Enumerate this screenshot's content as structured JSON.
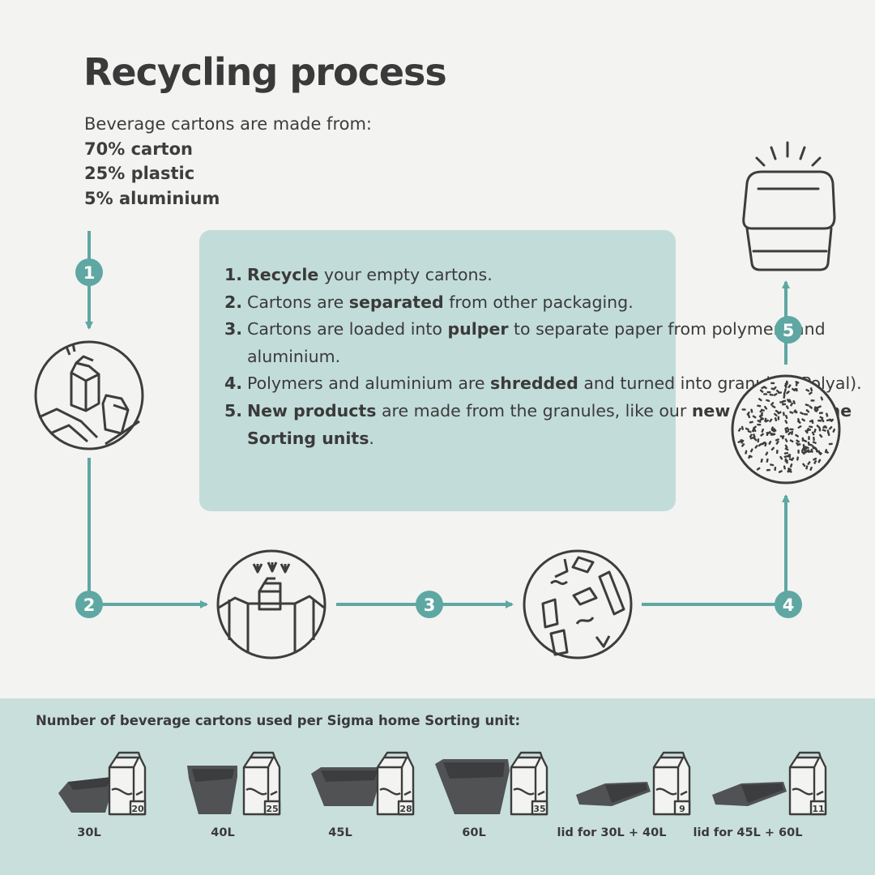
{
  "title": "Recycling process",
  "intro": {
    "lead": "Beverage cartons are made from:",
    "composition": [
      "70% carton",
      "25% plastic",
      "5% aluminium"
    ]
  },
  "steps": [
    {
      "num": "1.",
      "pre": "",
      "bold": "Recycle",
      "post": " your empty cartons."
    },
    {
      "num": "2.",
      "pre": "Cartons are ",
      "bold": "separated",
      "post": " from other packaging."
    },
    {
      "num": "3.",
      "pre": "Cartons are loaded into ",
      "bold": "pulper",
      "post": " to separate paper from polymers and aluminium."
    },
    {
      "num": "4.",
      "pre": "Polymers and aluminium are ",
      "bold": "shredded",
      "post": " and turned into granules (Polyal)."
    },
    {
      "num": "5.",
      "pre": "",
      "bold": "New products",
      "post": " are made from the granules, like our ",
      "bold2": "new Sigma home Sorting units",
      "post2": "."
    }
  ],
  "flow_badges": [
    "1",
    "2",
    "3",
    "4",
    "5"
  ],
  "icons": [
    "carton-recycle-icon",
    "carton-sorting-icon",
    "pulper-icon",
    "granules-icon",
    "sorting-unit-icon"
  ],
  "colors": {
    "teal": "#5fa7a2",
    "box": "#c2dcd9",
    "band": "#c9dfdc",
    "ink": "#3a3a3a",
    "bin": "#505254"
  },
  "bottom": {
    "title": "Number of beverage cartons used per Sigma home Sorting unit:",
    "units": [
      {
        "label": "30L",
        "cartons": "20"
      },
      {
        "label": "40L",
        "cartons": "25"
      },
      {
        "label": "45L",
        "cartons": "28"
      },
      {
        "label": "60L",
        "cartons": "35"
      },
      {
        "label": "lid for 30L + 40L",
        "cartons": "9"
      },
      {
        "label": "lid for 45L + 60L",
        "cartons": "11"
      }
    ]
  }
}
